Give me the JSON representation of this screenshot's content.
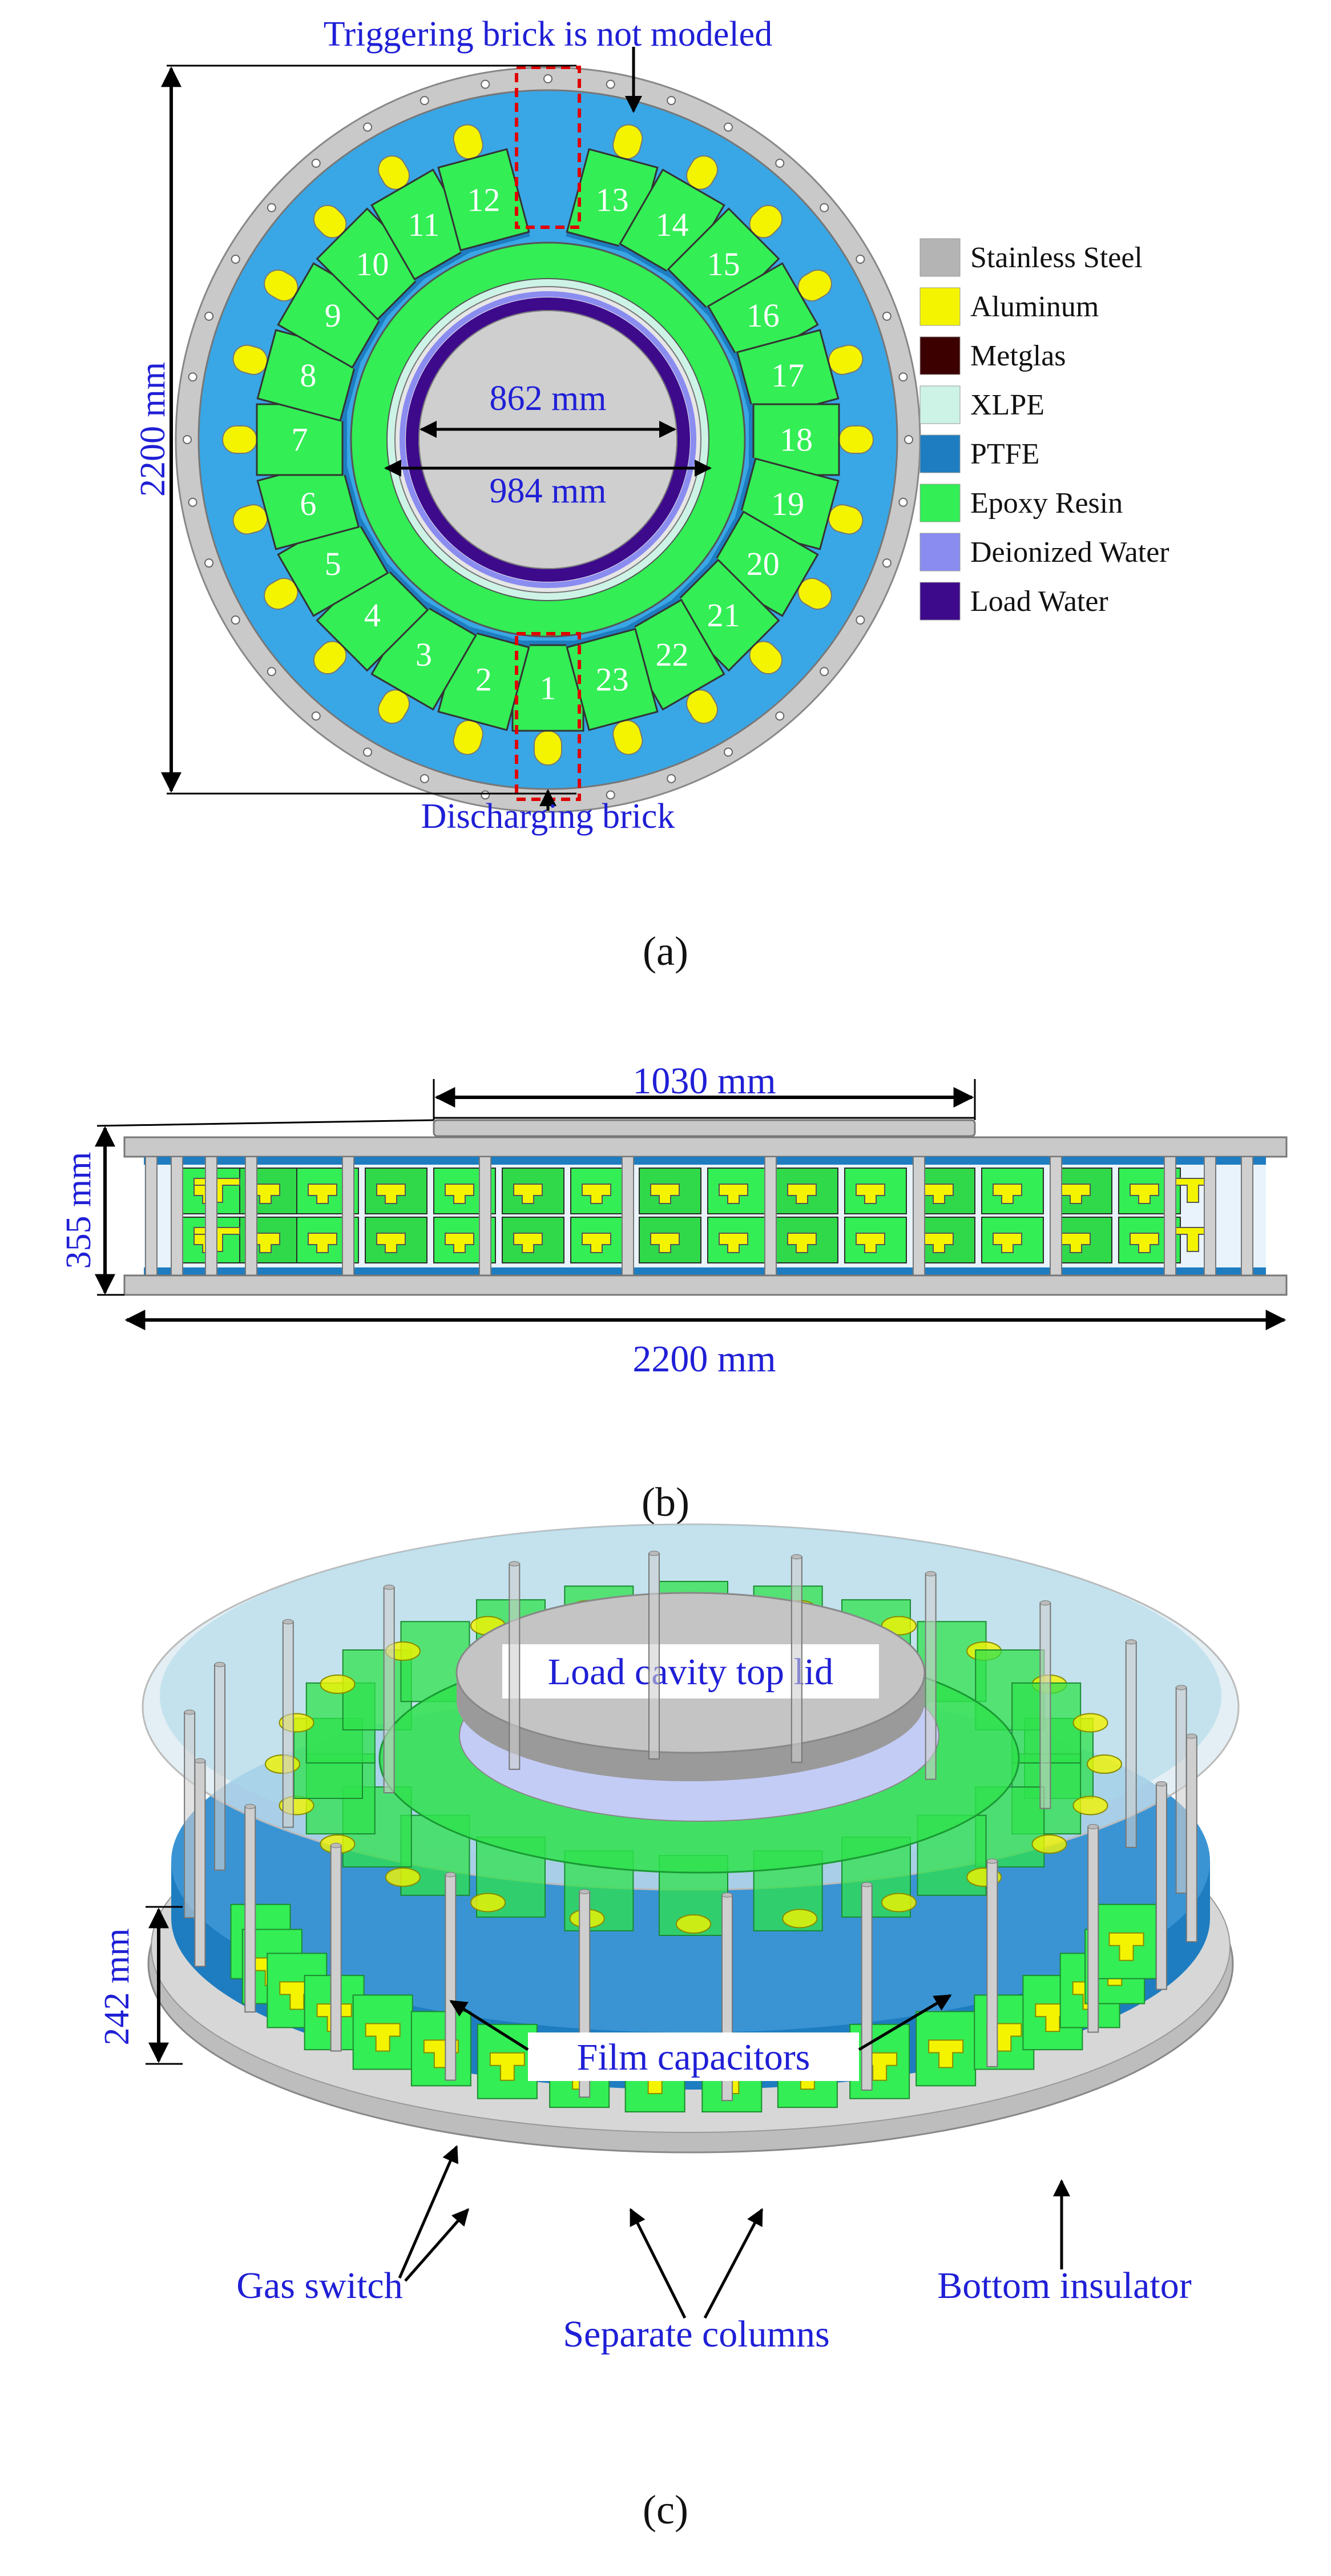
{
  "colors": {
    "stainless": "#b4b4b4",
    "aluminum": "#f4f400",
    "metglas": "#3c0000",
    "xlpe": "#cdf3e6",
    "ptfe": "#1e7dc0",
    "epoxy": "#33ee55",
    "deionized": "#8a8cf0",
    "load_water": "#3d0a8c",
    "oil_blue": "#39a7e6",
    "annotation_blue": "#1f1fd6"
  },
  "panel_a": {
    "label": "(a)",
    "top_annotation": "Triggering brick is not modeled",
    "bottom_annotation": "Discharging brick",
    "dim_height": "2200 mm",
    "dim_inner": "862 mm",
    "dim_outer": "984 mm",
    "brick_numbers": [
      "1",
      "2",
      "3",
      "4",
      "5",
      "6",
      "7",
      "8",
      "9",
      "10",
      "11",
      "12",
      "13",
      "14",
      "15",
      "16",
      "17",
      "18",
      "19",
      "20",
      "21",
      "22",
      "23"
    ],
    "legend": [
      {
        "label": "Stainless Steel",
        "color": "#b4b4b4"
      },
      {
        "label": "Aluminum",
        "color": "#f4f400"
      },
      {
        "label": "Metglas",
        "color": "#3c0000"
      },
      {
        "label": "XLPE",
        "color": "#cdf3e6"
      },
      {
        "label": "PTFE",
        "color": "#1e7dc0"
      },
      {
        "label": "Epoxy Resin",
        "color": "#33ee55"
      },
      {
        "label": "Deionized Water",
        "color": "#8a8cf0"
      },
      {
        "label": "Load Water",
        "color": "#3d0a8c"
      }
    ]
  },
  "panel_b": {
    "label": "(b)",
    "dim_top": "1030 mm",
    "dim_height": "355 mm",
    "dim_width": "2200 mm"
  },
  "panel_c": {
    "label": "(c)",
    "lid_label": "Load cavity top lid",
    "dim_height": "242 mm",
    "film_capacitors": "Film capacitors",
    "gas_switch": "Gas switch",
    "separate_columns": "Separate columns",
    "bottom_insulator": "Bottom insulator"
  }
}
